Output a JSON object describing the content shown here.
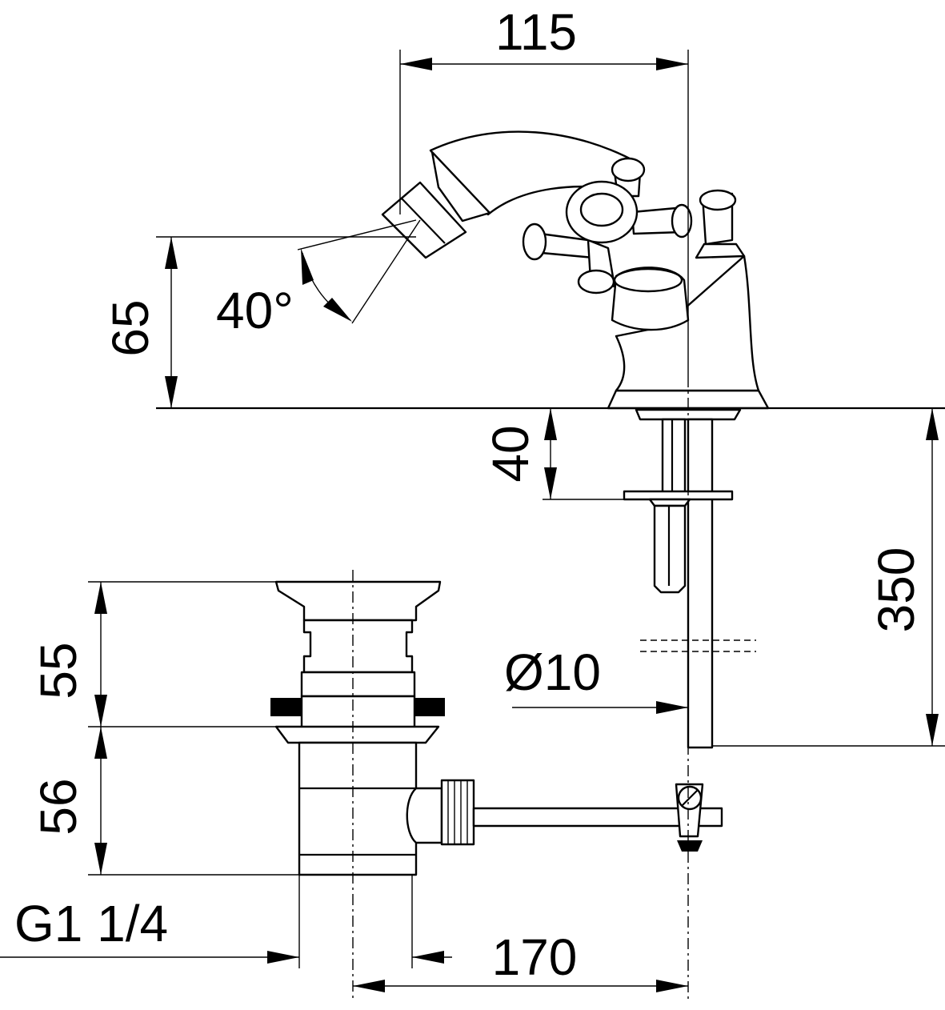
{
  "dimensions": {
    "top_width": "115",
    "spout_height": "65",
    "spout_angle": "40°",
    "deck_thickness": "40",
    "hose_length": "350",
    "rod_diameter": "Ø10",
    "waste_upper": "55",
    "waste_lower": "56",
    "waste_thread": "G1 1/4",
    "rod_length": "170"
  }
}
